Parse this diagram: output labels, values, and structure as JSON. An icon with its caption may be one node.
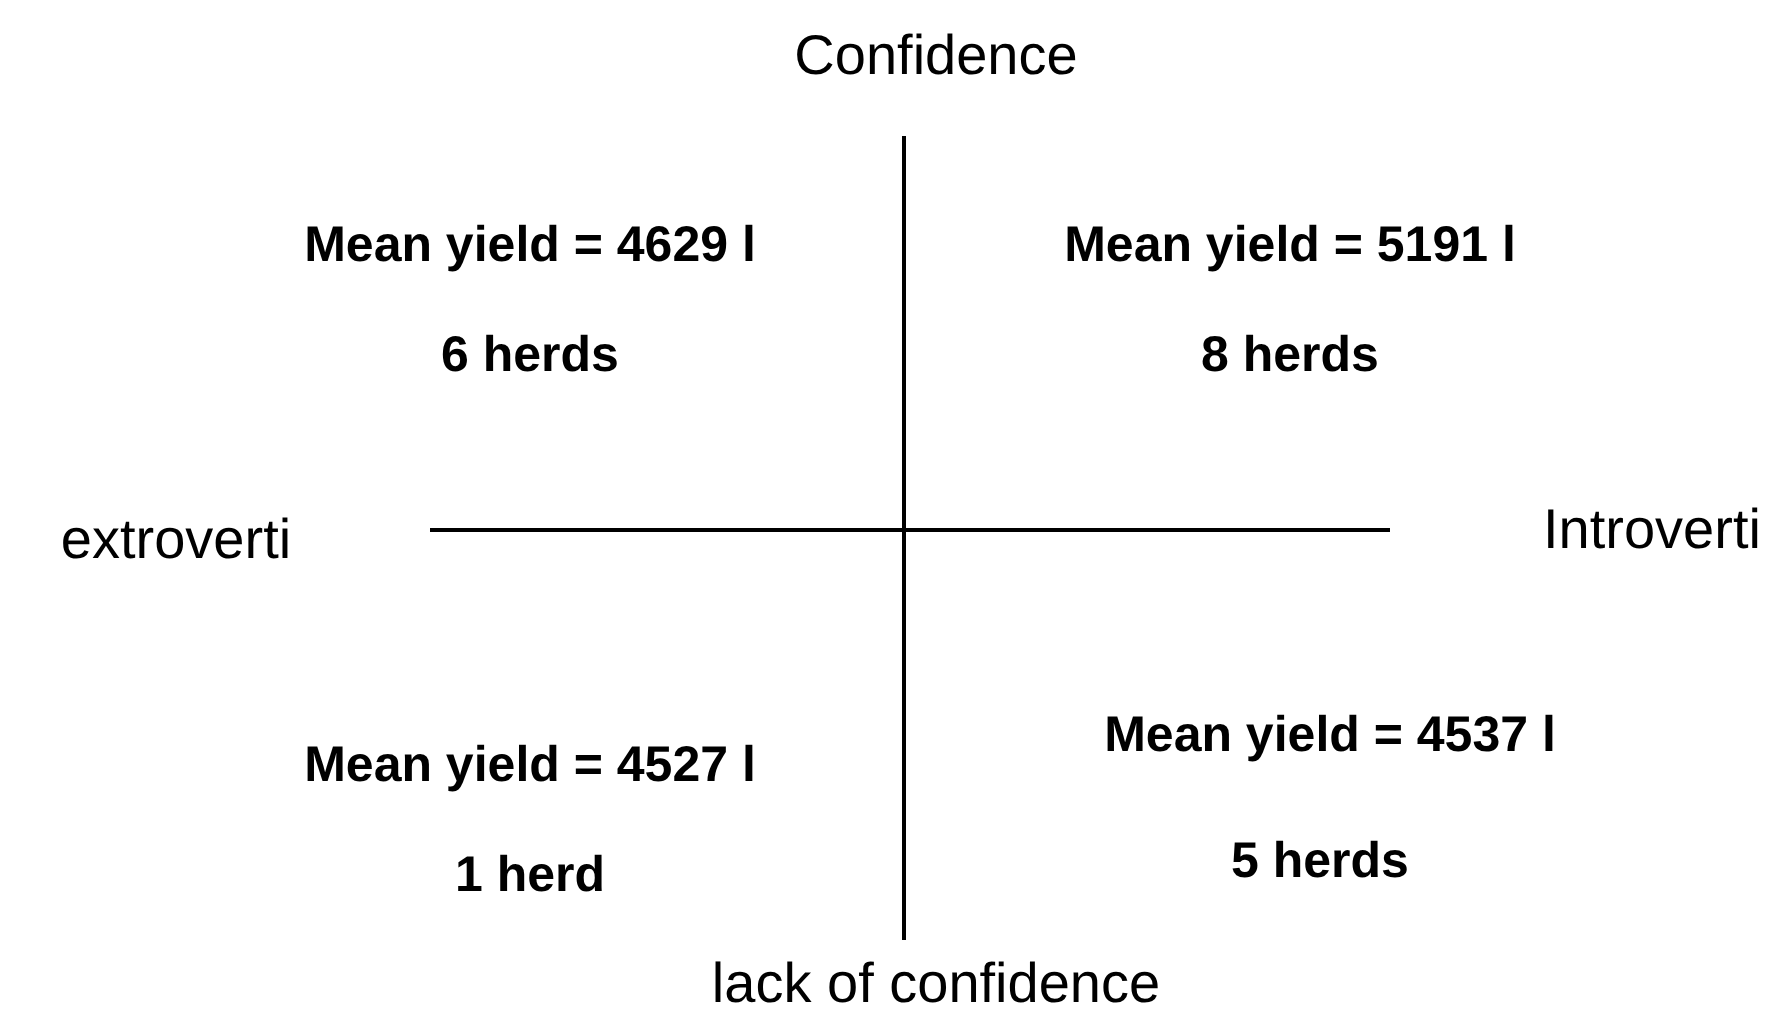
{
  "diagram": {
    "labels": [
      "Confidence",
      "Mean yield = 4629 l",
      "Mean yield = 5191 l",
      "6 herds",
      "8 herds",
      "extroverti",
      "Introverti",
      "Mean yield = 4527 l",
      "Mean yield = 4537 l",
      "1 herd",
      "5 herds",
      "lack of confidence"
    ]
  }
}
